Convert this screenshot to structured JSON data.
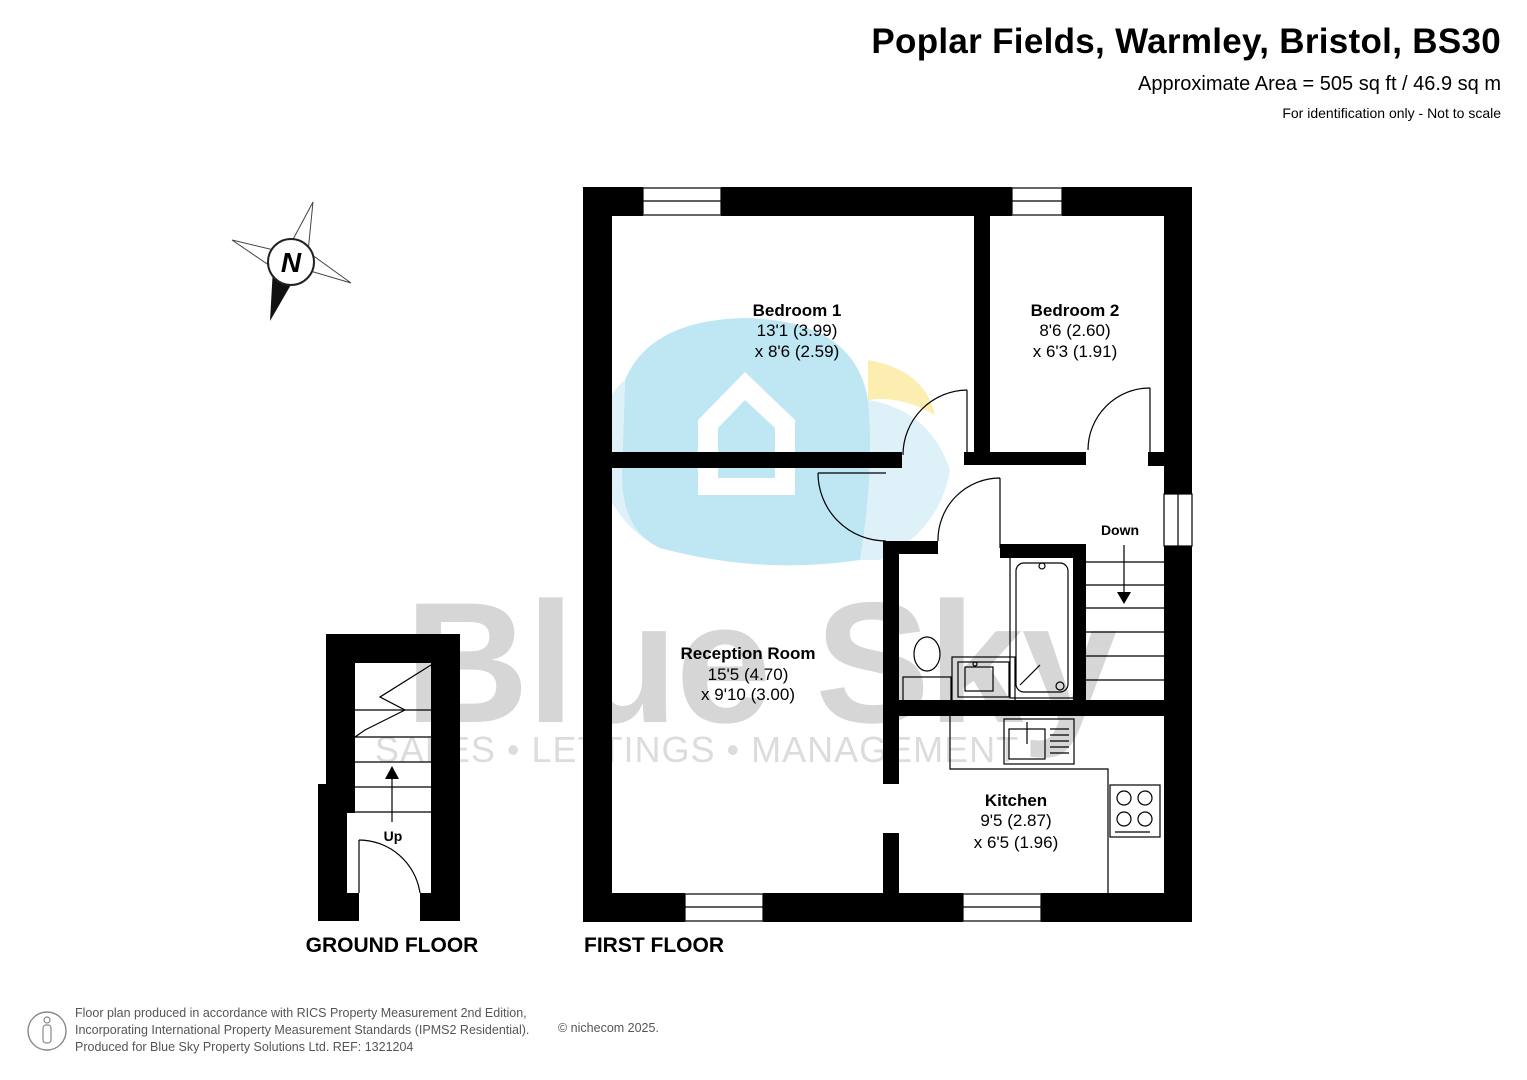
{
  "header": {
    "title": "Poplar Fields, Warmley, Bristol, BS30",
    "area": "Approximate Area = 505 sq ft / 46.9 sq m",
    "note": "For identification only - Not to scale"
  },
  "compass": {
    "label": "N"
  },
  "watermark": {
    "brand": "Blue Sky",
    "tagline": "SALES • LETTINGS • MANAGEMENT",
    "colors": {
      "blue": "#bfe6f3",
      "yellow": "#fbeeb0",
      "grey": "#d6d6d6"
    }
  },
  "rooms": {
    "bedroom1": {
      "name": "Bedroom 1",
      "dim1": "13'1 (3.99)",
      "dim2": "x 8'6 (2.59)"
    },
    "bedroom2": {
      "name": "Bedroom 2",
      "dim1": "8'6 (2.60)",
      "dim2": "x 6'3 (1.91)"
    },
    "reception": {
      "name": "Reception Room",
      "dim1": "15'5 (4.70)",
      "dim2": "x 9'10 (3.00)"
    },
    "kitchen": {
      "name": "Kitchen",
      "dim1": "9'5 (2.87)",
      "dim2": "x 6'5 (1.96)"
    }
  },
  "stairs": {
    "down": "Down",
    "up": "Up"
  },
  "floors": {
    "ground": "GROUND FLOOR",
    "first": "FIRST FLOOR"
  },
  "footer": {
    "line1": "Floor plan produced in accordance with RICS Property Measurement 2nd Edition,",
    "line2": "Incorporating International Property Measurement Standards (IPMS2 Residential).",
    "line3": "Produced for Blue Sky Property Solutions Ltd.   REF:  1321204",
    "copyright": "© nichecom 2025."
  },
  "colors": {
    "wall": "#000000",
    "text": "#000000",
    "footer_text": "#555555"
  }
}
